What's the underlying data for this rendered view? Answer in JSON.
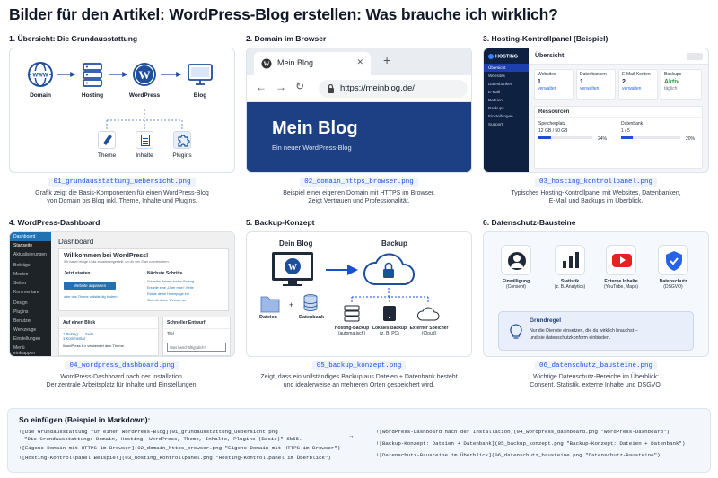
{
  "page_title": "Bilder für den Artikel: WordPress-Blog erstellen: Was brauche ich wirklich?",
  "cards": [
    {
      "heading": "1. Übersicht: Die Grundausstattung",
      "filename": "01_grundausstattung_uebersicht.png",
      "desc1": "Grafik zeigt die Basis-Komponenten für einen WordPress-Blog",
      "desc2": "von Domain bis Blog inkl. Theme, Inhalte und Plugins.",
      "nodes": [
        "Domain",
        "Hosting",
        "WordPress",
        "Blog"
      ],
      "subnodes": [
        "Theme",
        "Inhalte",
        "Plugins"
      ]
    },
    {
      "heading": "2. Domain im Browser",
      "filename": "02_domain_https_browser.png",
      "desc1": "Beispiel einer eigenen Domain mit HTTPS im Browser.",
      "desc2": "Zeigt Vertrauen und Professionalität.",
      "tab_label": "Mein Blog",
      "url": "https://meinblog.de/",
      "hero_title": "Mein Blog",
      "hero_sub": "Ein neuer WordPress-Blog"
    },
    {
      "heading": "3. Hosting-Kontrollpanel (Beispiel)",
      "filename": "03_hosting_kontrollpanel.png",
      "desc1": "Typisches Hosting-Kontrollpanel mit Websites, Datenbanken,",
      "desc2": "E-Mail und Backups im Überblick.",
      "brand": "HOSTING",
      "side_items": [
        "Übersicht",
        "Websites",
        "Datenbanken",
        "E-Mail",
        "Dateien",
        "Backups",
        "Einstellungen",
        "Support"
      ],
      "overview": "Übersicht",
      "stats": [
        {
          "label": "Websites",
          "value": "1",
          "link": "verwalten"
        },
        {
          "label": "Datenbanken",
          "value": "1",
          "link": "verwalten"
        },
        {
          "label": "E-Mail-Konten",
          "value": "2",
          "link": "verwalten"
        },
        {
          "label": "Backups",
          "value": "Aktiv",
          "link": "täglich"
        }
      ],
      "resources": "Ressourcen",
      "storage_label": "Speicherplatz",
      "storage_value": "12 GB / 50 GB",
      "storage_pct": "24%",
      "storage_fill": 0.24,
      "db_label": "Datenbank",
      "db_value": "1 / 5",
      "db_pct": "20%",
      "db_fill": 0.2
    },
    {
      "heading": "4. WordPress-Dashboard",
      "filename": "04_wordpress_dashboard.png",
      "desc1": "WordPress-Dashboard nach der Installation.",
      "desc2": "Der zentrale Arbeitsplatz für Inhalte und Einstellungen.",
      "side_items": [
        "Dashboard",
        "Startseite",
        "Aktualisierungen",
        "Beiträge",
        "Medien",
        "Seiten",
        "Kommentare",
        "Design",
        "Plugins",
        "Benutzer",
        "Werkzeuge",
        "Einstellungen",
        "Menü einklappen"
      ],
      "main_title": "Dashboard",
      "welcome": "Willkommen bei WordPress!",
      "welcome_sub": "Wir haben einige Links zusammengestellt, um dir den Start zu erleichtern:",
      "col1_title": "Jetzt starten",
      "col1_button": "Website anpassen",
      "col1_link": "oder das Theme vollständig ändern",
      "col2_title": "Nächste Schritte",
      "col2_items": [
        "Schreibe deinen ersten Beitrag",
        "Erstelle eine „Über mich\"-Seite",
        "Richte deine Homepage ein",
        "Sieh dir deine Website an"
      ],
      "box1_title": "Auf einen Blick",
      "box1_items": [
        "1 Beitrag",
        "1 Seite",
        "1 Kommentar"
      ],
      "box1_text": "WordPress 6.x verwendet dein Theme.",
      "box2_title": "Schneller Entwurf",
      "box2_field": "Titel",
      "box2_placeholder": "Was beschäftigt dich?"
    },
    {
      "heading": "5. Backup-Konzept",
      "filename": "05_backup_konzept.png",
      "desc1": "Zeigt, dass ein vollständiges Backup aus Dateien + Datenbank besteht",
      "desc2": "und idealerweise an mehreren Orten gespeichert wird.",
      "left_title": "Dein Blog",
      "right_title": "Backup",
      "files": "Dateien",
      "db": "Datenbank",
      "plus": "+",
      "targets": [
        {
          "title": "Hosting-Backup",
          "sub": "(automatisch)"
        },
        {
          "title": "Lokales Backup",
          "sub": "(z. B. PC)"
        },
        {
          "title": "Externer Speicher",
          "sub": "(Cloud)"
        }
      ]
    },
    {
      "heading": "6. Datenschutz-Bausteine",
      "filename": "06_datenschutz_bausteine.png",
      "desc1": "Wichtige Datenschutz-Bereiche im Überblick:",
      "desc2": "Consent, Statistik, externe Inhalte und DSGVO.",
      "blocks": [
        {
          "title": "Einwilligung",
          "sub": "(Consent)"
        },
        {
          "title": "Statistik",
          "sub": "(z. B. Analytics)"
        },
        {
          "title": "Externe Inhalte",
          "sub": "(YouTube, Maps)"
        },
        {
          "title": "Datenschutz",
          "sub": "(DSGVO)"
        }
      ],
      "rule_title": "Grundregel",
      "rule_text1": "Nur die Dienste einsetzen, die du wirklich brauchst –",
      "rule_text2": "und sie datenschutzkonform einbinden."
    }
  ],
  "bottom": {
    "heading": "So einfügen (Beispiel in Markdown):",
    "left_lines": [
      "![Die Grundausstattung für einen WordPress-Blog](01_grundausstattung_uebersicht.png",
      "\"Die Grundausstattung: Domain, Hosting, WordPress, Theme, Inhalte, Plugins (Basis)\" 6b65.",
      "![Eigene Domain mit HTTPS im Browser](02_domain_https_browser.png \"Eigene Domain mit HTTPS im Browser\")",
      "![Hosting-Kontrollpanel Beispiel](03_hosting_kontrollpanel.png \"Hosting-Kontrollpanel im Überblick\")"
    ],
    "right_lines": [
      "![WordPress-Dashboard nach der Installation](04_wordpress_dashboard.png \"WordPress-Dashboard\")",
      "![Backup-Konzept: Dateien + Datenbank](05_backup_konzept.png \"Backup-Konzept: Dateien + Datenbank\")",
      "![Datenschutz-Bausteine im Überblick](06_datenschutz_bausteine.png \"Datenschutz-Bausteine\")"
    ],
    "arrow": "→"
  }
}
